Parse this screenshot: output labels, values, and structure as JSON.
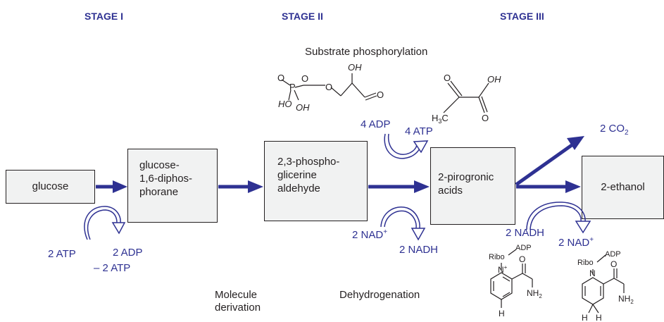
{
  "stages": [
    "STAGE I",
    "STAGE II",
    "STAGE III"
  ],
  "processes": {
    "substrate": "Substrate phosphorylation",
    "molecule": "Molecule\nderivation",
    "dehydrogenation": "Dehydrogenation"
  },
  "nodes": {
    "glucose": "glucose",
    "diphosphorane": "glucose-\n1,6-diphos-\nphorane",
    "aldehyde": "2,3-phospho-\nglicerine\naldehyde",
    "pyruvic": "2-pirogronic\nacids",
    "ethanol": "2-ethanol"
  },
  "cofactors": {
    "atp_in": "2 ATP",
    "adp_out": "2 ADP",
    "atp_net": "– 2 ATP",
    "adp_in": "4 ADP",
    "atp_out": "4 ATP",
    "nad_in": "2 NAD",
    "nadh_out": "2 NADH",
    "nadh_in": "2 NADH",
    "nad_out": "2 NAD",
    "nad_sup": "+",
    "co2": "2 CO",
    "co2_sub": "2"
  },
  "molecules": {
    "atoms": {
      "o": "O",
      "oh": "OH",
      "p": "P",
      "ho": "HO",
      "h3c": "H",
      "h3c_sub": "3",
      "c": "C",
      "ribo": "Ribo",
      "adp": "ADP",
      "n": "N",
      "n_plus": "+",
      "h": "H",
      "nh": "NH",
      "nh_sub": "2"
    }
  },
  "colors": {
    "accent": "#2e3192",
    "ink": "#231f20",
    "box_fill": "#f1f2f2"
  }
}
